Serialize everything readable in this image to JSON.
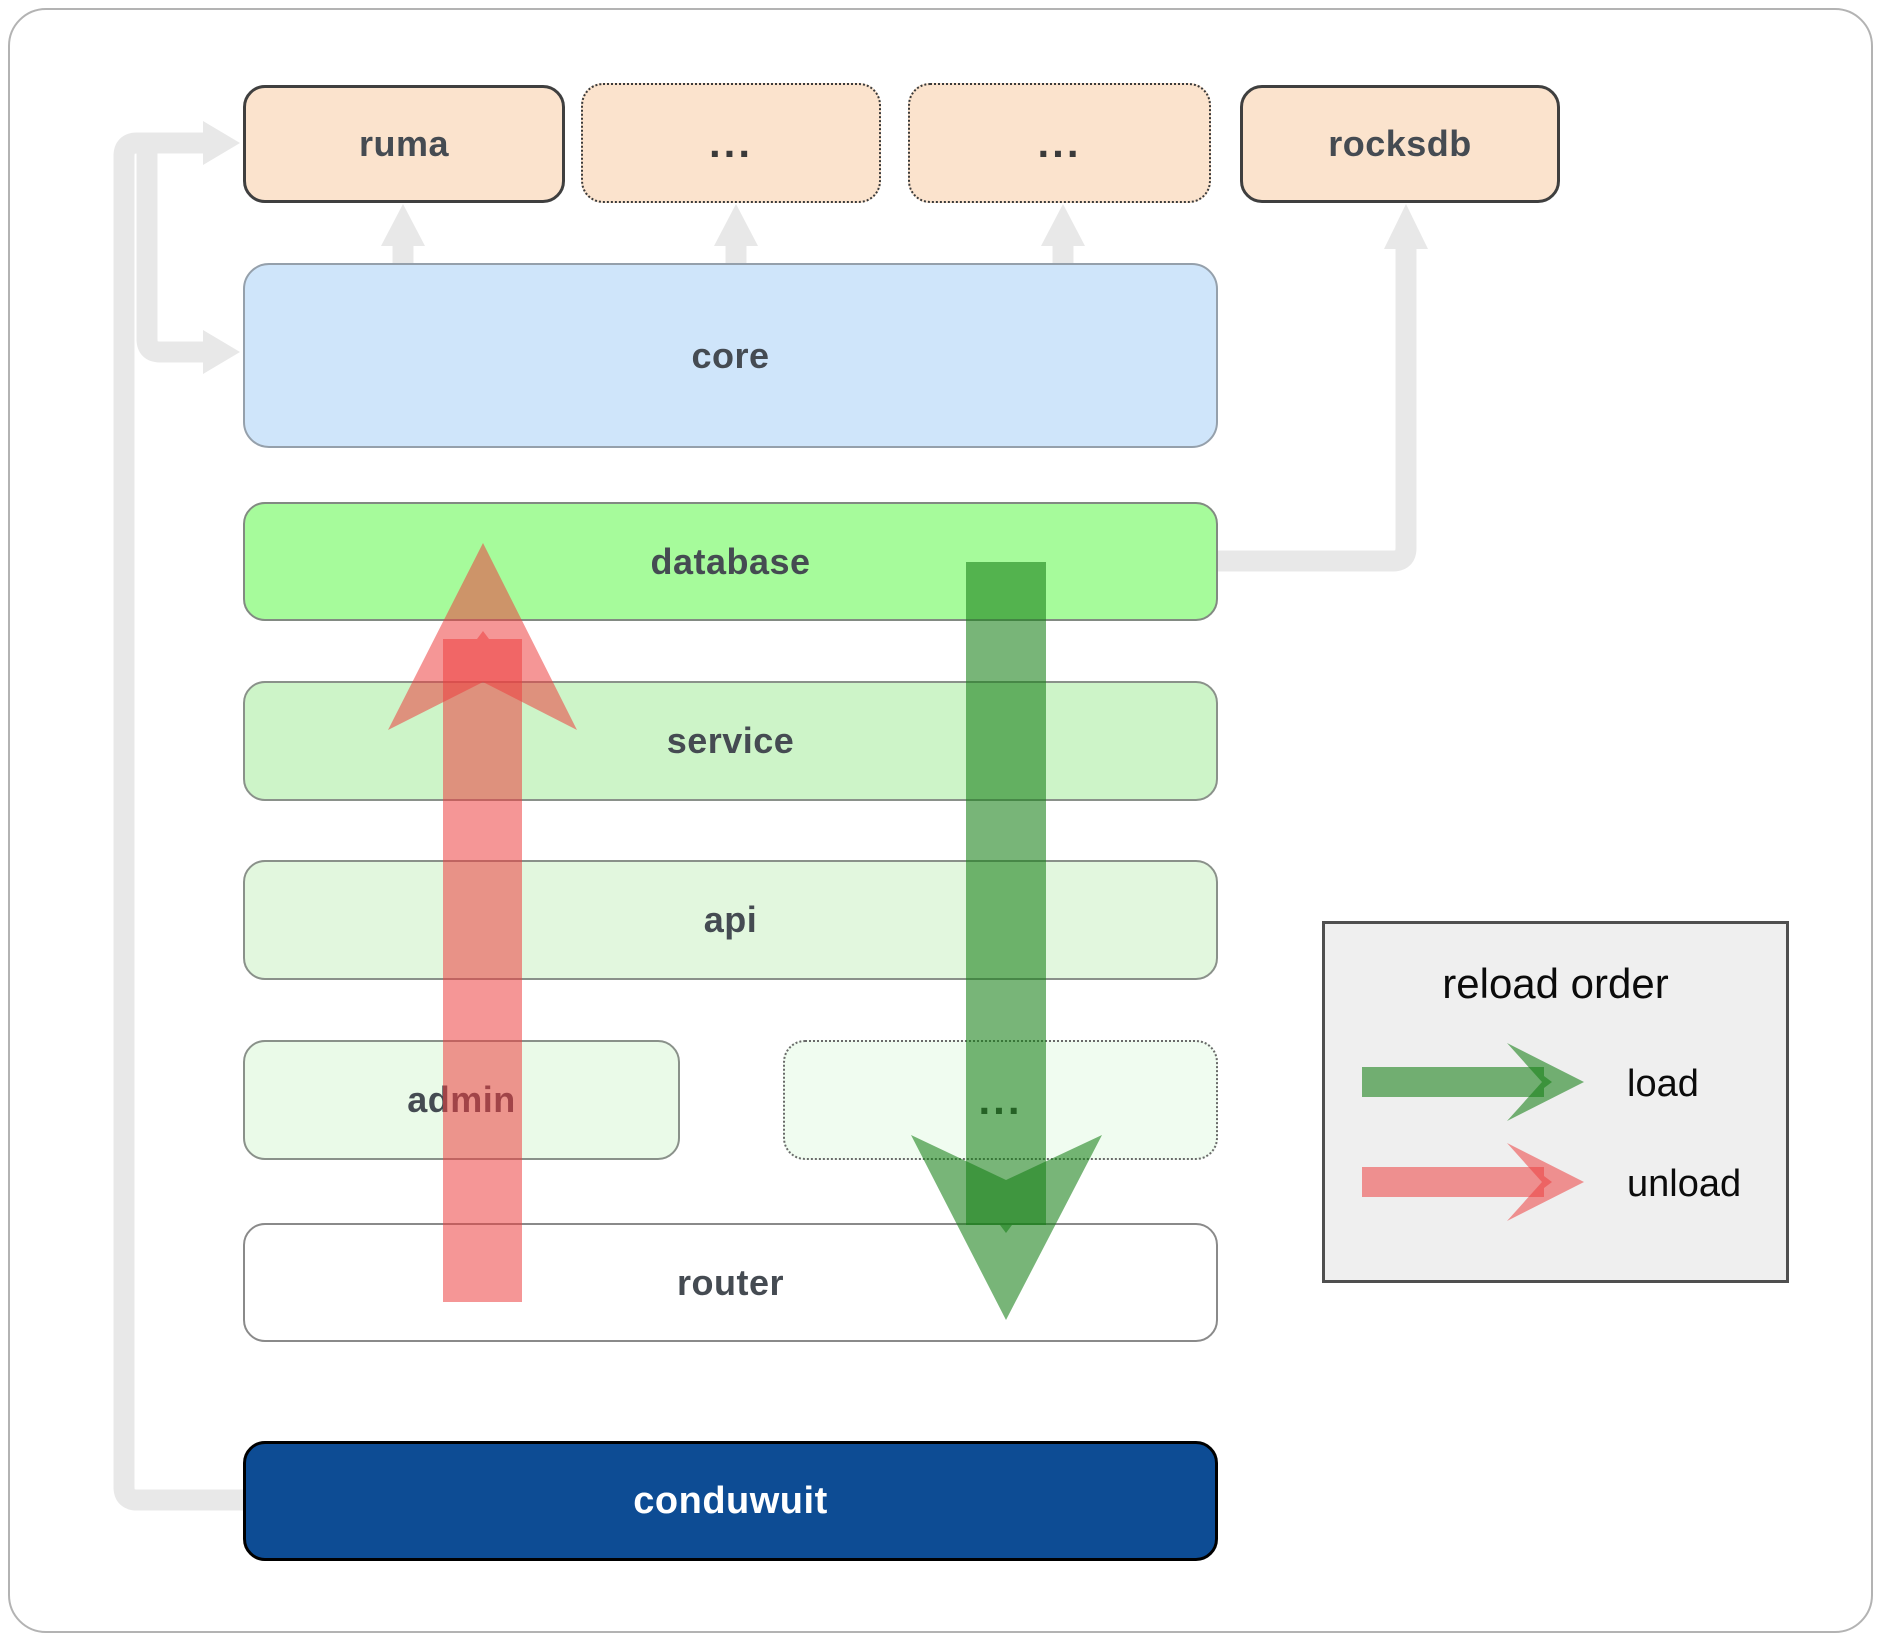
{
  "nodes": {
    "ruma": {
      "label": "ruma"
    },
    "ellipsis_top_1": {
      "label": "..."
    },
    "ellipsis_top_2": {
      "label": "..."
    },
    "rocksdb": {
      "label": "rocksdb"
    },
    "core": {
      "label": "core"
    },
    "database": {
      "label": "database"
    },
    "service": {
      "label": "service"
    },
    "api": {
      "label": "api"
    },
    "admin": {
      "label": "admin"
    },
    "ellipsis_bottom": {
      "label": "..."
    },
    "router": {
      "label": "router"
    },
    "conduwuit": {
      "label": "conduwuit"
    }
  },
  "legend": {
    "title": "reload order",
    "load_label": "load",
    "unload_label": "unload"
  },
  "flows": [
    {
      "type": "load",
      "direction": "database down to router"
    },
    {
      "type": "unload",
      "direction": "router up to database"
    },
    {
      "type": "dependency",
      "direction": "conduwuit to ruma"
    },
    {
      "type": "dependency",
      "direction": "conduwuit to core"
    },
    {
      "type": "dependency",
      "direction": "core to ruma"
    },
    {
      "type": "dependency",
      "direction": "core to ellipsis boxes"
    },
    {
      "type": "dependency",
      "direction": "database to rocksdb"
    }
  ],
  "colors": {
    "load_arrow": "rgba(22,128,22,0.58)",
    "unload_arrow": "rgba(237,64,64,0.55)",
    "connector": "#e8e8e8",
    "node_peach": "#fbe3cd",
    "node_blue": "#cfe5fa",
    "node_green_bright": "#a6fb9b",
    "node_green_light": "#cdf4c8",
    "node_green_lighter": "#e2f7de",
    "node_green_faint": "#eafae8",
    "router_white": "#ffffff",
    "conduwuit_blue": "#0d4c94",
    "legend_bg": "#efefef"
  }
}
